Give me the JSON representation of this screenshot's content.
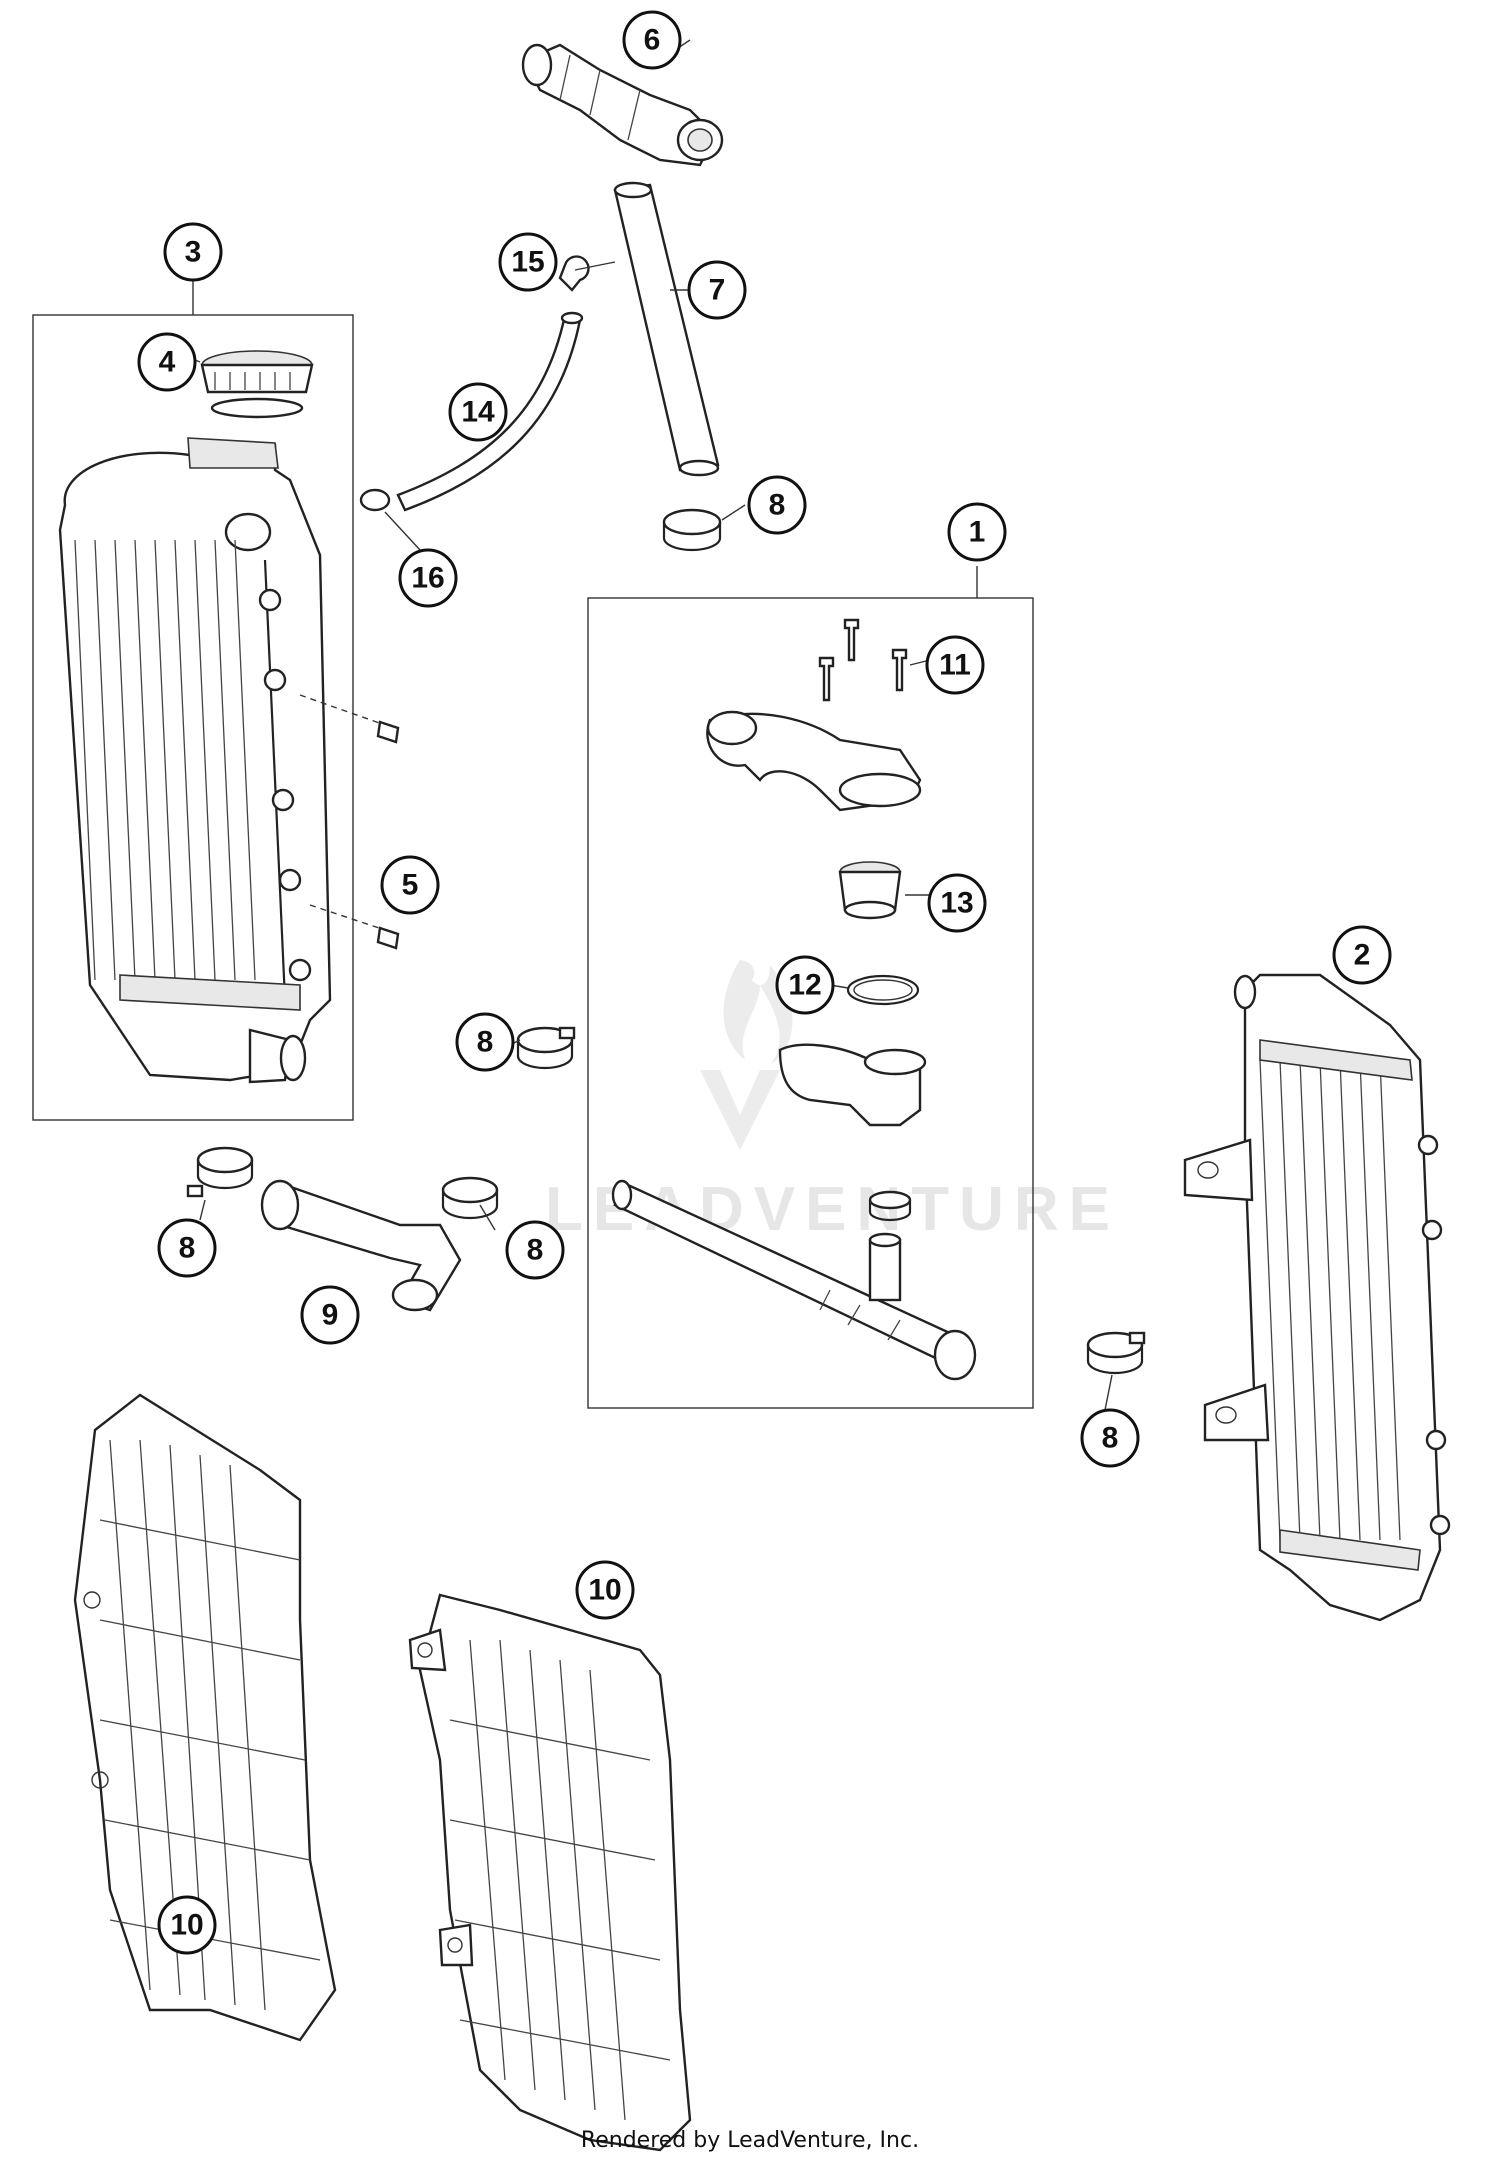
{
  "footer": {
    "credit": "Rendered by LeadVenture, Inc."
  },
  "watermark": {
    "text": "LEADVENTURE",
    "icon": "flame-logo-icon"
  },
  "callouts": [
    {
      "id": "c1",
      "label": "1"
    },
    {
      "id": "c2",
      "label": "2"
    },
    {
      "id": "c3",
      "label": "3"
    },
    {
      "id": "c4",
      "label": "4"
    },
    {
      "id": "c5",
      "label": "5"
    },
    {
      "id": "c6",
      "label": "6"
    },
    {
      "id": "c7",
      "label": "7"
    },
    {
      "id": "c8a",
      "label": "8"
    },
    {
      "id": "c8b",
      "label": "8"
    },
    {
      "id": "c8c",
      "label": "8"
    },
    {
      "id": "c8d",
      "label": "8"
    },
    {
      "id": "c8e",
      "label": "8"
    },
    {
      "id": "c9",
      "label": "9"
    },
    {
      "id": "c10a",
      "label": "10"
    },
    {
      "id": "c10b",
      "label": "10"
    },
    {
      "id": "c11",
      "label": "11"
    },
    {
      "id": "c12",
      "label": "12"
    },
    {
      "id": "c13",
      "label": "13"
    },
    {
      "id": "c14",
      "label": "14"
    },
    {
      "id": "c15",
      "label": "15"
    },
    {
      "id": "c16",
      "label": "16"
    }
  ],
  "colors": {
    "line": "#222222",
    "background": "#ffffff",
    "watermark": "#e6e6e6"
  }
}
